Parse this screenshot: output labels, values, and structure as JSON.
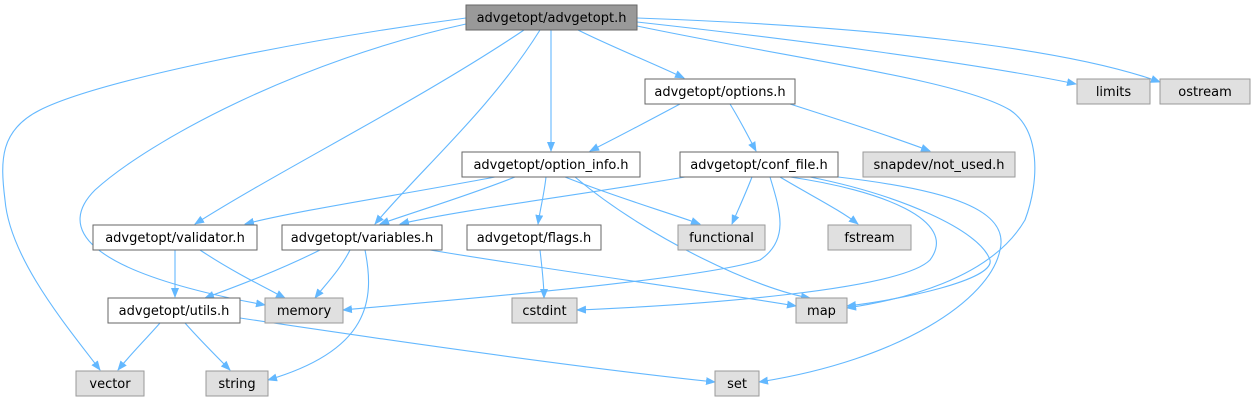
{
  "nodes": [
    {
      "id": "advgetopt_h",
      "label": "advgetopt/advgetopt.h",
      "kind": "root"
    },
    {
      "id": "options_h",
      "label": "advgetopt/options.h",
      "kind": "internal"
    },
    {
      "id": "limits",
      "label": "limits",
      "kind": "external"
    },
    {
      "id": "ostream",
      "label": "ostream",
      "kind": "external"
    },
    {
      "id": "option_info_h",
      "label": "advgetopt/option_info.h",
      "kind": "internal"
    },
    {
      "id": "conf_file_h",
      "label": "advgetopt/conf_file.h",
      "kind": "internal"
    },
    {
      "id": "not_used_h",
      "label": "snapdev/not_used.h",
      "kind": "external"
    },
    {
      "id": "validator_h",
      "label": "advgetopt/validator.h",
      "kind": "internal"
    },
    {
      "id": "variables_h",
      "label": "advgetopt/variables.h",
      "kind": "internal"
    },
    {
      "id": "flags_h",
      "label": "advgetopt/flags.h",
      "kind": "internal"
    },
    {
      "id": "functional",
      "label": "functional",
      "kind": "external"
    },
    {
      "id": "fstream",
      "label": "fstream",
      "kind": "external"
    },
    {
      "id": "utils_h",
      "label": "advgetopt/utils.h",
      "kind": "internal"
    },
    {
      "id": "memory",
      "label": "memory",
      "kind": "external"
    },
    {
      "id": "cstdint",
      "label": "cstdint",
      "kind": "external"
    },
    {
      "id": "map",
      "label": "map",
      "kind": "external"
    },
    {
      "id": "vector",
      "label": "vector",
      "kind": "external"
    },
    {
      "id": "string",
      "label": "string",
      "kind": "external"
    },
    {
      "id": "set",
      "label": "set",
      "kind": "external"
    }
  ],
  "edges": [
    {
      "from": "advgetopt_h",
      "to": "options_h"
    },
    {
      "from": "advgetopt_h",
      "to": "limits"
    },
    {
      "from": "advgetopt_h",
      "to": "ostream"
    },
    {
      "from": "advgetopt_h",
      "to": "option_info_h"
    },
    {
      "from": "advgetopt_h",
      "to": "validator_h"
    },
    {
      "from": "advgetopt_h",
      "to": "variables_h"
    },
    {
      "from": "advgetopt_h",
      "to": "memory"
    },
    {
      "from": "advgetopt_h",
      "to": "vector"
    },
    {
      "from": "advgetopt_h",
      "to": "map"
    },
    {
      "from": "options_h",
      "to": "option_info_h"
    },
    {
      "from": "options_h",
      "to": "conf_file_h"
    },
    {
      "from": "options_h",
      "to": "not_used_h"
    },
    {
      "from": "option_info_h",
      "to": "validator_h"
    },
    {
      "from": "option_info_h",
      "to": "variables_h"
    },
    {
      "from": "option_info_h",
      "to": "flags_h"
    },
    {
      "from": "option_info_h",
      "to": "functional"
    },
    {
      "from": "option_info_h",
      "to": "map"
    },
    {
      "from": "conf_file_h",
      "to": "variables_h"
    },
    {
      "from": "conf_file_h",
      "to": "functional"
    },
    {
      "from": "conf_file_h",
      "to": "fstream"
    },
    {
      "from": "conf_file_h",
      "to": "memory"
    },
    {
      "from": "conf_file_h",
      "to": "cstdint"
    },
    {
      "from": "conf_file_h",
      "to": "map"
    },
    {
      "from": "conf_file_h",
      "to": "set"
    },
    {
      "from": "validator_h",
      "to": "utils_h"
    },
    {
      "from": "validator_h",
      "to": "memory"
    },
    {
      "from": "variables_h",
      "to": "utils_h"
    },
    {
      "from": "variables_h",
      "to": "memory"
    },
    {
      "from": "variables_h",
      "to": "map"
    },
    {
      "from": "variables_h",
      "to": "string"
    },
    {
      "from": "flags_h",
      "to": "cstdint"
    },
    {
      "from": "utils_h",
      "to": "vector"
    },
    {
      "from": "utils_h",
      "to": "string"
    },
    {
      "from": "utils_h",
      "to": "set"
    }
  ]
}
